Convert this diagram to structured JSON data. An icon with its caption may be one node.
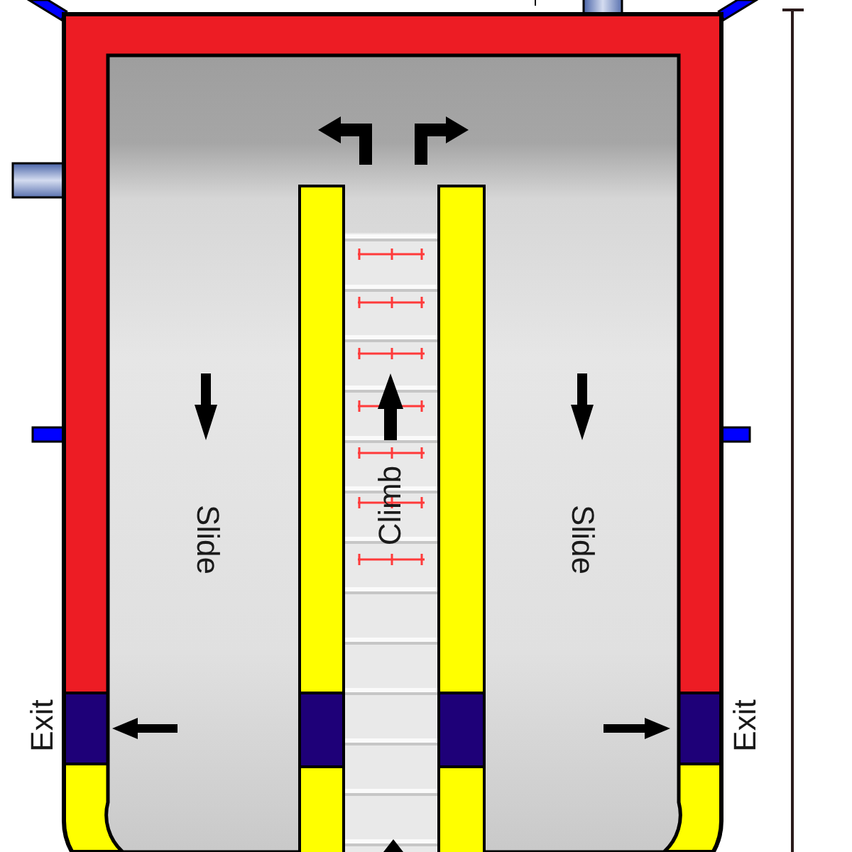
{
  "diagram": {
    "labels": [
      "Slide",
      "Climb",
      "Slide",
      "Exit",
      "Exit"
    ]
  }
}
